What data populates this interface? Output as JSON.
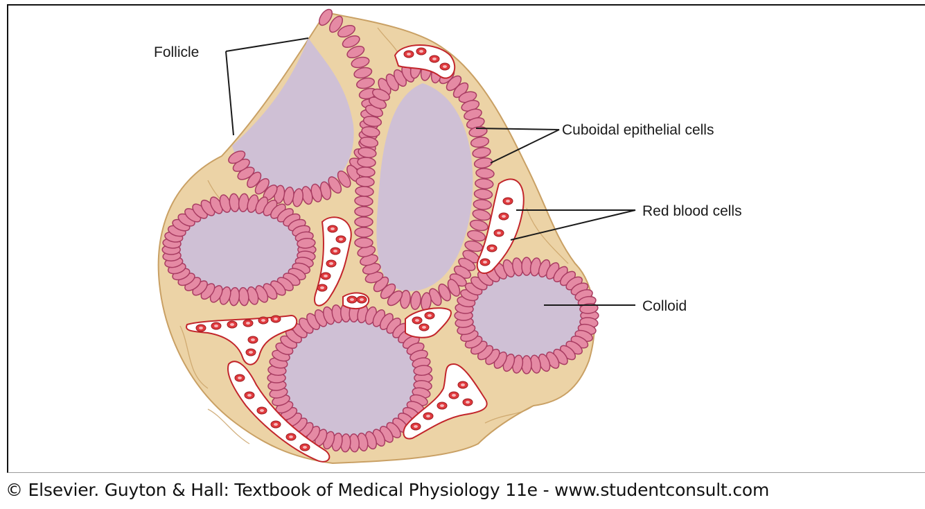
{
  "labels": {
    "follicle": "Follicle",
    "cuboidal": "Cuboidal epithelial cells",
    "rbc": "Red blood cells",
    "colloid": "Colloid"
  },
  "caption": "© Elsevier. Guyton & Hall: Textbook of Medical Physiology 11e - www.studentconsult.com",
  "colors": {
    "stroma": "#ecd3a6",
    "stroma_edge": "#c9a064",
    "epithelium": "#e58aa4",
    "epithelium_edge": "#a83c62",
    "colloid": "#cfc0d5",
    "capillary_edge": "#c2252b",
    "rbc": "#e03a3e"
  }
}
